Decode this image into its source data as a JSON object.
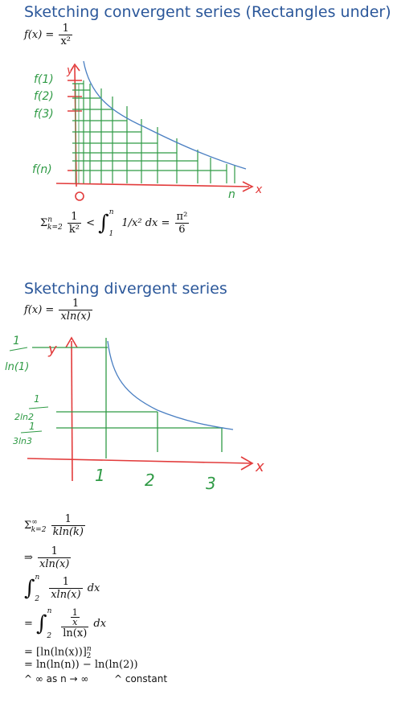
{
  "section1": {
    "heading": "Sketching convergent series (Rectangles under)",
    "function_lhs": "f(x) =",
    "function_num": "1",
    "function_den": "x²",
    "handwriting": {
      "y_axis": "y",
      "x_axis": "x",
      "origin": "0",
      "n_mark": "n",
      "f1": "f(1)",
      "f2": "f(2)",
      "f3": "f(3)",
      "fn": "f(n)"
    },
    "sum_prefix": "Σ",
    "sum_sup": "n",
    "sum_sub": "k=2",
    "sum_num": "1",
    "sum_den": "k²",
    "lt": "<",
    "integral_upper": "n",
    "integral_lower": "1",
    "integrand": "1/x² dx =",
    "result_num": "π²",
    "result_den": "6"
  },
  "section2": {
    "heading": "Sketching divergent series",
    "function_lhs": "f(x) =",
    "function_num": "1",
    "function_den": "xln(x)",
    "handwriting": {
      "y_axis": "y",
      "x_axis": "x",
      "tick1": "1",
      "tick2": "2",
      "tick3": "3",
      "label1_num": "1",
      "label1_den": "ln(1)",
      "label2_num": "1",
      "label2_den": "2ln2",
      "label3_num": "1",
      "label3_den": "3ln3"
    },
    "line1_sigma": "Σ",
    "line1_sup": "∞",
    "line1_sub": "k=2",
    "line1_num": "1",
    "line1_den": "kln(k)",
    "line2_arrow": "⇒",
    "line2_num": "1",
    "line2_den": "xln(x)",
    "line3_upper": "n",
    "line3_lower": "2",
    "line3_num": "1",
    "line3_den": "xln(x)",
    "line3_dx": "dx",
    "line4_eq": "=",
    "line4_upper": "n",
    "line4_lower": "2",
    "line4_inner_num": "1",
    "line4_inner_den": "x",
    "line4_den": "ln(x)",
    "line4_dx": "dx",
    "line5": "= [ln(ln(x))]",
    "line5_sup": "n",
    "line5_sub": "2",
    "line6": "= ln(ln(n)) − ln(ln(2))",
    "line7_left": "^ ∞ as n → ∞",
    "line7_right": "^ constant"
  },
  "colors": {
    "heading": "#2b579a",
    "handwriting_red": "#e23b3b",
    "handwriting_green": "#2f9a45",
    "curve_blue": "#4a7fc2"
  }
}
